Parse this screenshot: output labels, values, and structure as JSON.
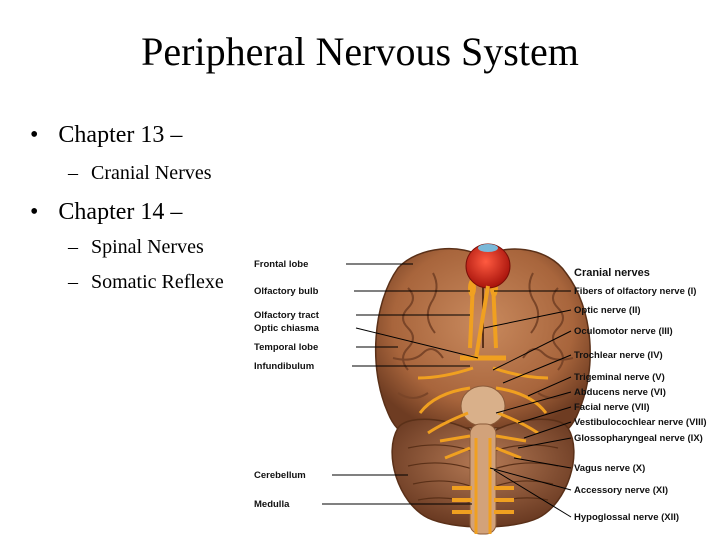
{
  "slide": {
    "title": "Peripheral Nervous System",
    "bullets": [
      {
        "text": "Chapter 13 –",
        "subitems": [
          "Cranial Nerves"
        ]
      },
      {
        "text": "Chapter 14 –",
        "subitems": [
          "Spinal Nerves",
          "Somatic Reflexe"
        ]
      }
    ],
    "bullet_glyph": "•",
    "dash_glyph": "–"
  },
  "figure": {
    "left_labels": [
      "Frontal lobe",
      "Olfactory bulb",
      "Olfactory tract",
      "Optic chiasma",
      "Temporal lobe",
      "Infundibulum",
      "Cerebellum",
      "Medulla"
    ],
    "right_heading": "Cranial nerves",
    "right_labels": [
      "Fibers of olfactory nerve (I)",
      "Optic nerve (II)",
      "Oculomotor nerve (III)",
      "Trochlear nerve (IV)",
      "Trigeminal nerve (V)",
      "Abducens nerve (VI)",
      "Facial nerve (VII)",
      "Vestibulocochlear nerve (VIII)",
      "Glossopharyngeal nerve (IX)",
      "Vagus nerve (X)",
      "Accessory nerve (XI)",
      "Hypoglossal nerve (XII)"
    ],
    "colors": {
      "brain": "#b5734a",
      "brain_dark": "#7a4528",
      "nerve": "#f0a020",
      "eye": "#d8261c"
    }
  }
}
